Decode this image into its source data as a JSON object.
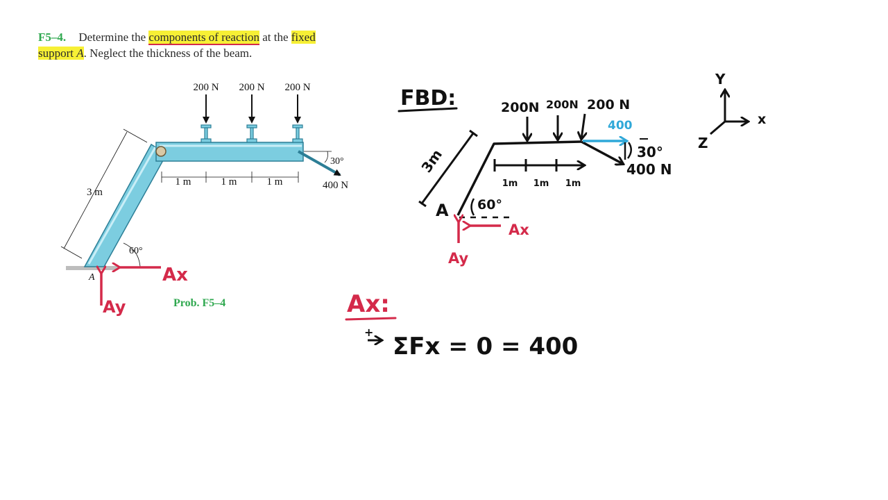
{
  "problem": {
    "number": "F5–4.",
    "text_1": "Determine the",
    "highlight_1": "components of reaction",
    "text_2": "at the",
    "highlight_2": "fixed",
    "highlight_3": "support",
    "highlight_4": "A",
    "text_3": ". Neglect the thickness of the beam."
  },
  "figure": {
    "load_1": "200 N",
    "load_2": "200 N",
    "load_3": "200 N",
    "len_diag": "3 m",
    "seg_1": "1 m",
    "seg_2": "1 m",
    "seg_3": "1 m",
    "angle_cable": "30°",
    "force_cable": "400 N",
    "angle_base": "60°",
    "point": "A",
    "caption": "Prob. F5–4",
    "ax": "Ax",
    "ay": "Ay"
  },
  "fbd": {
    "title": "FBD:",
    "load_1": "200N",
    "load_2": "200N",
    "load_3": "200 N",
    "len": "3m",
    "comp": "400",
    "angle_top": "30°",
    "force": "400 N",
    "seg_1": "1m",
    "seg_2": "1m",
    "seg_3": "1m",
    "point": "A",
    "angle_base": "60°",
    "ax": "Ax",
    "ay": "Ay"
  },
  "axes": {
    "y": "Y",
    "x": "x",
    "z": "Z"
  },
  "work": {
    "heading": "Ax:",
    "sign": "+",
    "equation": "ΣFx = 0 = 400"
  },
  "colors": {
    "red": "#d42a4a",
    "cyan": "#2fa8d8",
    "green": "#2fa84f",
    "beam": "#7ccde0",
    "highlight": "#f7f035"
  }
}
